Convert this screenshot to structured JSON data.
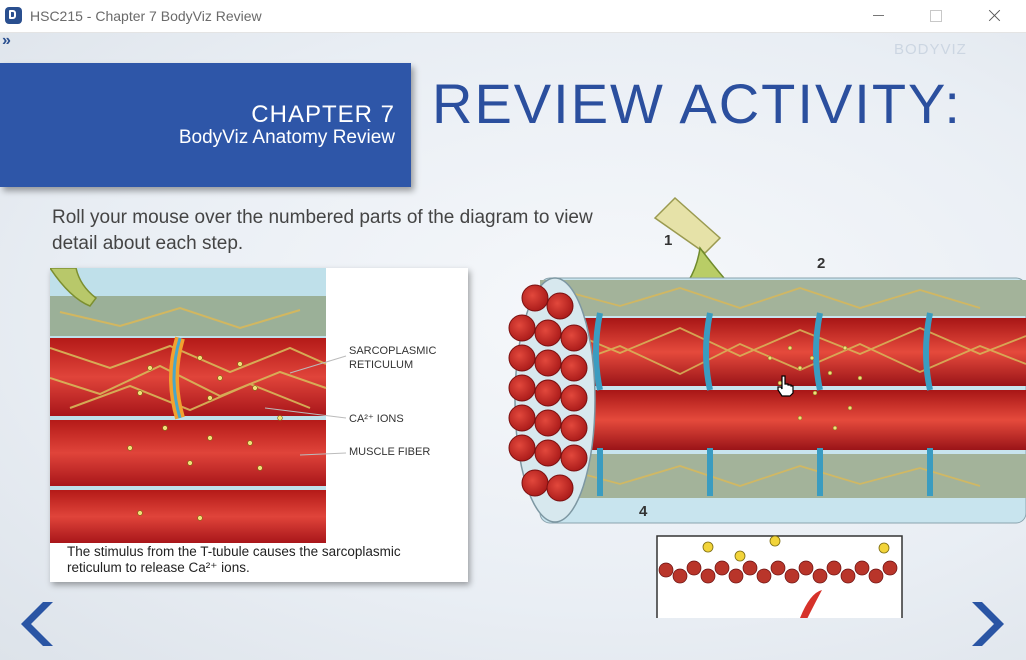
{
  "window": {
    "title": "HSC215 - Chapter 7 BodyViz Review",
    "accent": "#2a4f8f"
  },
  "slide": {
    "watermark": "BODYVIZ",
    "chapter_title": "CHAPTER 7",
    "chapter_subtitle": "BodyViz Anatomy Review",
    "title": "REVIEW ACTIVITY:",
    "instructions": "Roll your mouse over the numbered parts of the diagram to view detail about each step.",
    "detail": {
      "labels": {
        "sarcoplasmic_line1": "SARCOPLASMIC",
        "sarcoplasmic_line2": "RETICULUM",
        "ca_ions": "CA²⁺ IONS",
        "muscle_fiber": "MUSCLE FIBER"
      },
      "caption": "The stimulus from the T-tubule causes the sarcoplasmic reticulum to release Ca²⁺ ions."
    },
    "diagram": {
      "steps": [
        "1",
        "2",
        "4"
      ]
    },
    "colors": {
      "chapter_box": "#2e56a8",
      "title": "#2b4f9e",
      "muscle_red": "#c4231f",
      "nav_arrow": "#2a55a4"
    },
    "icons": {
      "expand": "double-chevron-right-icon",
      "prev": "chevron-left-icon",
      "next": "chevron-right-icon",
      "cursor": "hand-pointer-icon"
    }
  }
}
